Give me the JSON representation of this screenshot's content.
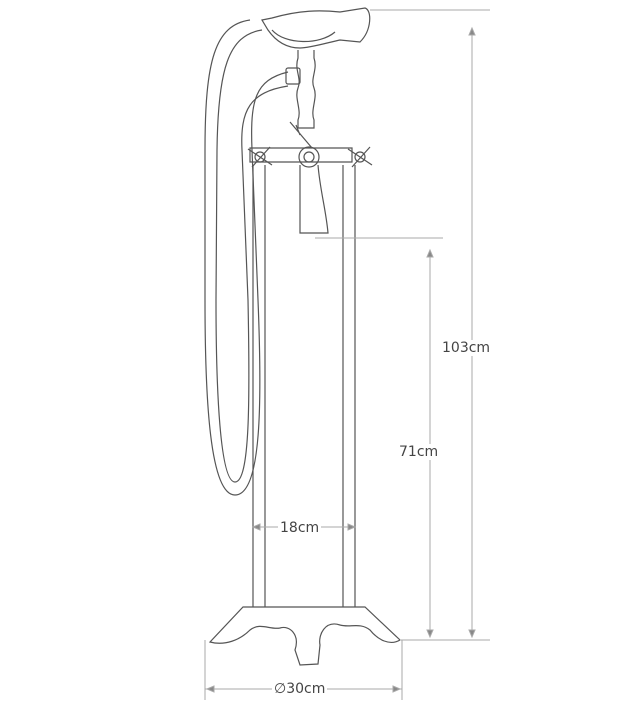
{
  "diagram": {
    "subject": "freestanding bath/shower mixer tap",
    "dimensions": {
      "total_height": "103cm",
      "spout_height": "71cm",
      "pipe_spacing": "18cm",
      "base_diameter": "∅30cm"
    },
    "colors": {
      "outline": "#555555",
      "dimension_line": "#aaaaaa",
      "text": "#444444"
    }
  }
}
